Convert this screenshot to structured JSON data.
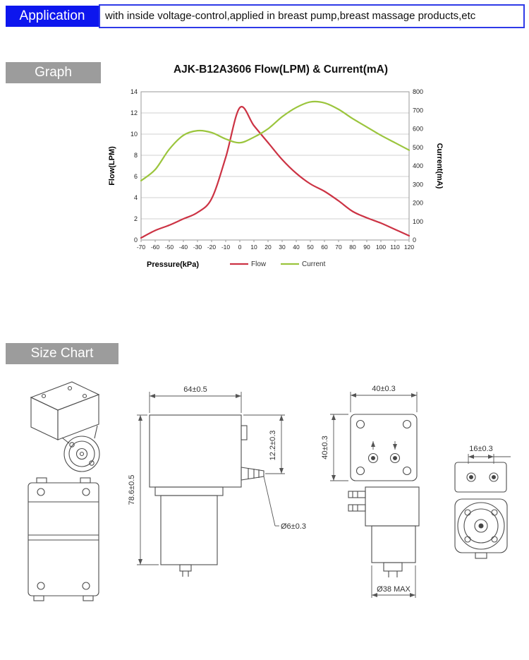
{
  "application": {
    "label": "Application",
    "text": "with inside voltage-control,applied in breast pump,breast massage products,etc"
  },
  "graph_section": {
    "label": "Graph"
  },
  "chart_data": {
    "type": "line",
    "title": "AJK-B12A3606 Flow(LPM) & Current(mA)",
    "xlabel": "Pressure(kPa)",
    "ylabel_left": "Flow(LPM)",
    "ylabel_right": "Current(mA)",
    "xlim": [
      -70,
      120
    ],
    "ylim_left": [
      0,
      14
    ],
    "ylim_right": [
      0,
      800
    ],
    "x_ticks": [
      -70,
      -60,
      -50,
      -40,
      -30,
      -20,
      -10,
      0,
      10,
      20,
      30,
      40,
      50,
      60,
      70,
      80,
      90,
      100,
      110,
      120
    ],
    "y_ticks_left": [
      0,
      2,
      4,
      6,
      8,
      10,
      12,
      14
    ],
    "y_ticks_right": [
      0,
      100,
      200,
      300,
      400,
      500,
      600,
      700,
      800
    ],
    "grid": true,
    "legend_position": "bottom",
    "x": [
      -70,
      -60,
      -50,
      -40,
      -30,
      -20,
      -10,
      0,
      10,
      20,
      30,
      40,
      50,
      60,
      70,
      80,
      90,
      100,
      110,
      120
    ],
    "series": [
      {
        "name": "Flow",
        "axis": "left",
        "color": "#cc3344",
        "values": [
          0.2,
          0.9,
          1.4,
          2.0,
          2.6,
          3.9,
          7.8,
          12.5,
          10.8,
          9.2,
          7.6,
          6.3,
          5.3,
          4.6,
          3.7,
          2.7,
          2.1,
          1.6,
          1.0,
          0.4
        ]
      },
      {
        "name": "Current",
        "axis": "right",
        "color": "#9bc53d",
        "values": [
          320,
          380,
          490,
          565,
          590,
          580,
          545,
          525,
          555,
          600,
          665,
          715,
          745,
          740,
          705,
          655,
          610,
          565,
          525,
          485
        ]
      }
    ]
  },
  "size_chart": {
    "label": "Size Chart",
    "dims": {
      "body_width": "64±0.5",
      "body_height": "78.6±0.5",
      "port_offset": "12.2±0.3",
      "port_diameter": "Ø6±0.3",
      "top_width": "40±0.3",
      "top_depth": "40±0.3",
      "head_depth": "16±0.3",
      "motor_diameter": "Ø38 MAX"
    }
  },
  "colors": {
    "application_tag_bg": "#0d16ee",
    "application_box_border": "#2f3ae8",
    "section_tag_bg": "#9c9c9c",
    "flow_line": "#cc3344",
    "current_line": "#9bc53d",
    "grid_line": "#d2d2d2"
  }
}
